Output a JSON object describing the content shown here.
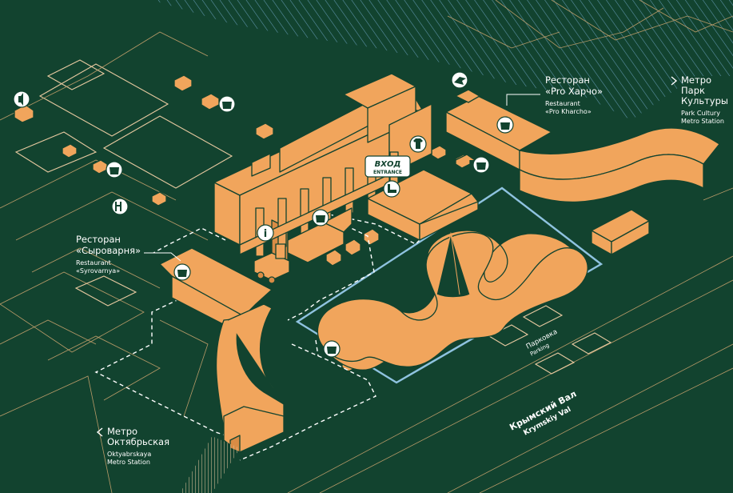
{
  "colors": {
    "background": "#12432f",
    "building": "#f1a55c",
    "hatch_lines": "#6fa6c6",
    "park_outline": "#8fc3e0",
    "label_text": "#ffffff"
  },
  "labels": {
    "restaurant_pro_kharcho": {
      "ru_line1": "Ресторан",
      "ru_line2": "«Pro Харчо»",
      "en_line1": "Restaurant",
      "en_line2": "«Pro Kharcho»"
    },
    "restaurant_syrovarnya": {
      "ru_line1": "Ресторан",
      "ru_line2": "«Сыроварня»",
      "en_line1": "Restaurant",
      "en_line2": "«Syrovarnya»"
    },
    "metro_park_kultury": {
      "ru_line1": "Метро",
      "ru_line2": "Парк",
      "ru_line3": "Культуры",
      "en_line1": "Park Cultury",
      "en_line2": "Metro Station"
    },
    "metro_oktyabrskaya": {
      "ru_line1": "Метро",
      "ru_line2": "Октябрьская",
      "en_line1": "Oktyabrskaya",
      "en_line2": "Metro Station"
    },
    "entrance": {
      "ru": "ВХОД",
      "en": "ENTRANCE"
    },
    "parking": {
      "ru": "Парковка",
      "en": "Parking"
    },
    "street": {
      "ru": "Крымский Вал",
      "en": "Krymskiy Val"
    }
  },
  "icons": {
    "info": "i",
    "audio": "audio-icon",
    "cafe": "coffee-cup-icon",
    "shop": "t-shirt-icon",
    "wardrobe": "boot-icon",
    "kids": "kids-icon",
    "bird": "bird-icon"
  }
}
